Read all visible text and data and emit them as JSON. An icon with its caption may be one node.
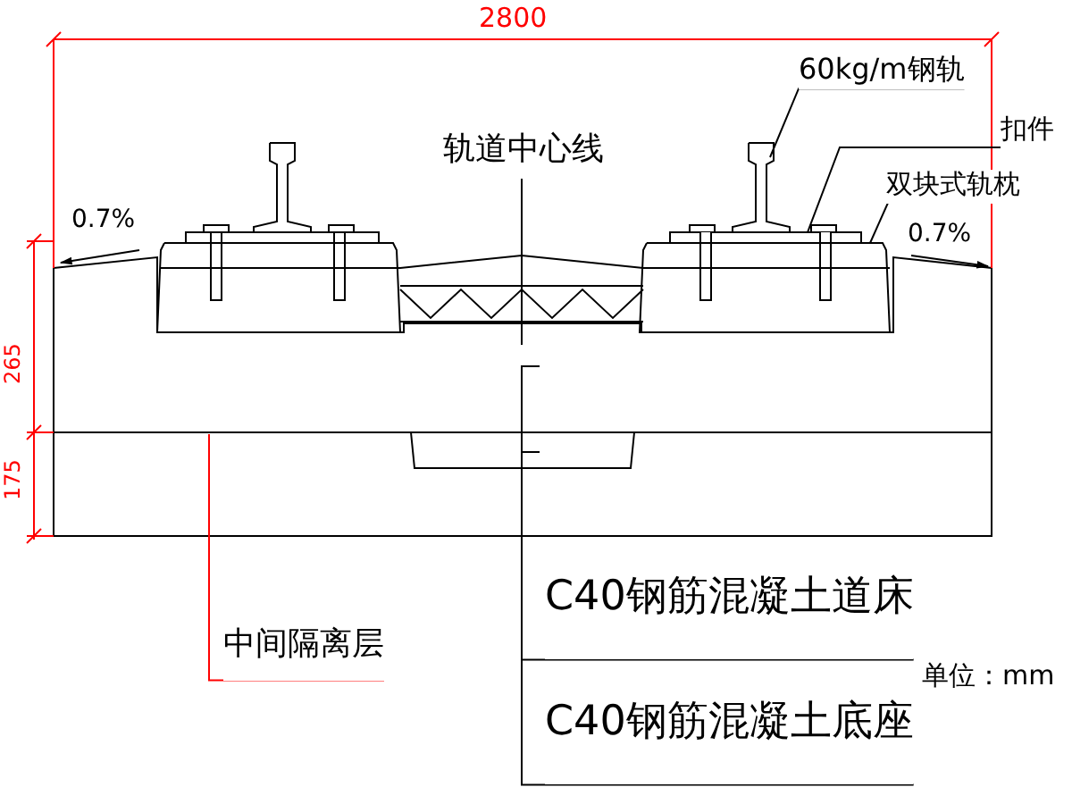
{
  "diagram": {
    "nodes": [
      {
        "text": [
          "60kg/m钢轨"
        ]
      },
      {
        "text": [],
        "shape": "picture"
      },
      {
        "text": [
          "扣件"
        ]
      },
      {
        "text": [],
        "shape": "picture"
      },
      {
        "text": [
          "双块式轨枕"
        ]
      },
      {
        "text": [],
        "shape": "picture"
      },
      {
        "text": [
          "中间隔离层"
        ]
      },
      {
        "text": [],
        "shape": "box"
      },
      {
        "text": [],
        "shape": "box"
      },
      {
        "text": [
          "C40钢筋混凝土道床"
        ]
      },
      {
        "text": [
          "C40钢筋混凝土底座"
        ]
      }
    ],
    "edges": [
      {
        "from": 0,
        "to": 1,
        "arrow": "none"
      },
      {
        "from": 2,
        "to": 3,
        "arrow": "none"
      },
      {
        "from": 4,
        "to": 5,
        "arrow": "none"
      },
      {
        "from": 6,
        "to": 8,
        "arrow": "none",
        "color": "#ff0000"
      },
      {
        "from": 9,
        "to": 7,
        "arrow": "none"
      },
      {
        "from": 10,
        "to": 8,
        "arrow": "none"
      }
    ],
    "labels": [
      "2800",
      "轨道中心线",
      "0.7%",
      "0.7%",
      "265",
      "175",
      "单位：mm"
    ]
  }
}
